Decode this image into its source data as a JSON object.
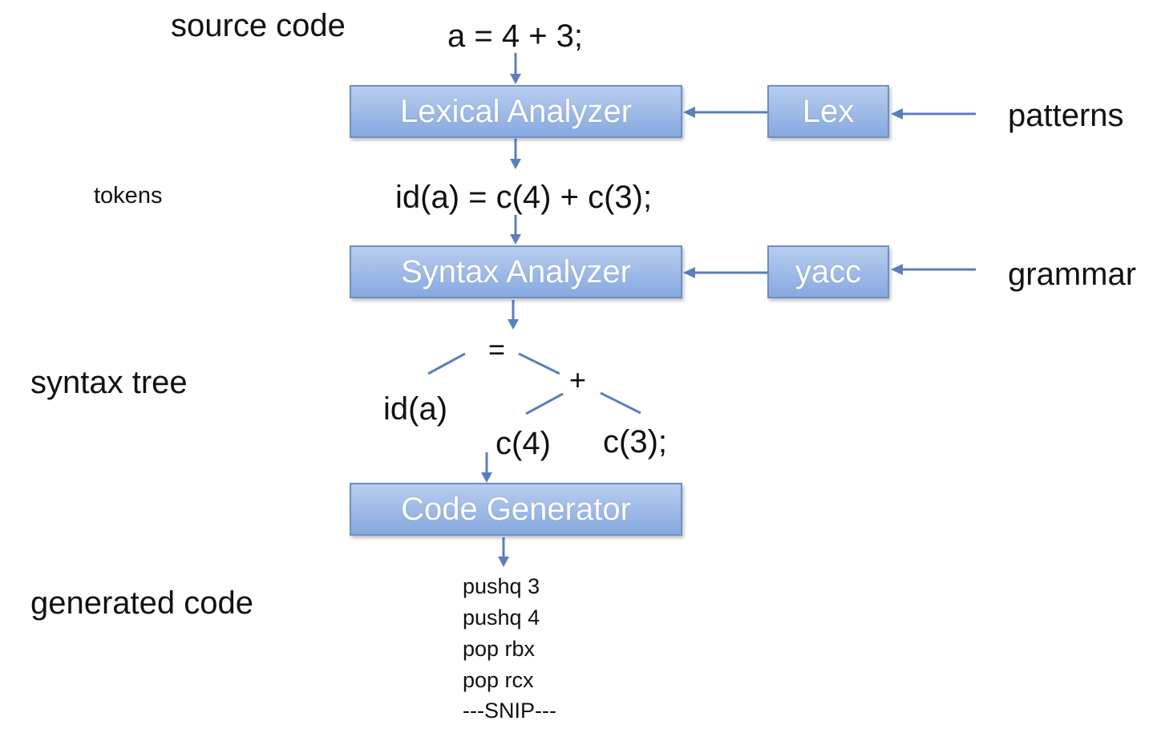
{
  "labels": {
    "source_code": "source code",
    "tokens": "tokens",
    "syntax_tree": "syntax tree",
    "generated_code": "generated code",
    "patterns": "patterns",
    "grammar": "grammar"
  },
  "expressions": {
    "source": "a = 4 + 3;",
    "tokens": "id(a) = c(4) + c(3);"
  },
  "boxes": {
    "lexical_analyzer": "Lexical Analyzer",
    "lex": "Lex",
    "syntax_analyzer": "Syntax Analyzer",
    "yacc": "yacc",
    "code_generator": "Code Generator"
  },
  "tree": {
    "root": "=",
    "left": "id(a)",
    "plus": "+",
    "left_child": "c(4)",
    "right_child": "c(3);"
  },
  "generated_code": [
    "pushq 3",
    "pushq 4",
    "pop rbx",
    "pop rcx",
    "---SNIP---"
  ],
  "colors": {
    "box_fill_top": "#b9cdef",
    "box_fill_bottom": "#86a9e0",
    "arrow": "#5b7fbc"
  }
}
